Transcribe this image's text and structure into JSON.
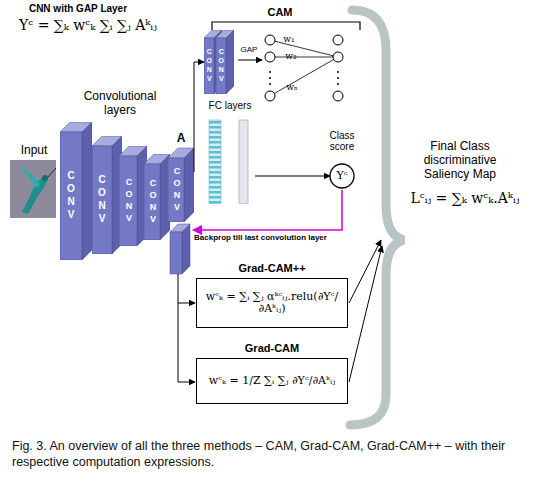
{
  "diagram": {
    "caption": "Fig. 3. An overview of all the three methods – CAM, Grad-CAM, Grad-CAM++ – with their respective computation expressions.",
    "nodes": [
      {
        "text": [
          "Input"
        ]
      },
      {
        "text": [
          "CONV"
        ]
      },
      {
        "text": [
          "CONV"
        ]
      },
      {
        "text": [
          "CONV"
        ]
      },
      {
        "text": [
          "CONV"
        ]
      },
      {
        "text": [
          "A",
          "CONV"
        ]
      },
      {
        "text": [
          "CONV",
          "CONV"
        ]
      },
      {
        "text": [
          "FC layers"
        ]
      },
      {
        "text": [
          "Class score",
          "Yᶜ"
        ]
      },
      {
        "text": [
          "Grad-CAM++",
          "wᶜₖ = ∑ᵢ ∑ⱼ αᵏᶜᵢⱼ.relu(∂Yᶜ/∂Aᵏᵢⱼ)"
        ]
      },
      {
        "text": [
          "Grad-CAM",
          "wᶜₖ = 1/Z ∑ᵢ ∑ⱼ ∂Yᶜ/∂Aᵏᵢⱼ"
        ]
      }
    ],
    "edges": [
      {
        "from": 5,
        "to": 6,
        "arrow": "to"
      },
      {
        "from": 7,
        "to": 8,
        "arrow": "to"
      }
    ],
    "labels": [
      "CNN with GAP Layer",
      "Yᶜ = ∑ₖ wᶜₖ ∑ᵢ ∑ⱼ Aᵏᵢⱼ",
      "CAM",
      "GAP",
      "w₁",
      "w₂",
      "wₙ",
      "Convolutional layers",
      "Backprop till last convolution layer",
      "Final Class discriminative Saliency Map",
      "Lᶜᵢⱼ = ∑ₖ wᶜₖ.Aᵏᵢⱼ"
    ]
  }
}
